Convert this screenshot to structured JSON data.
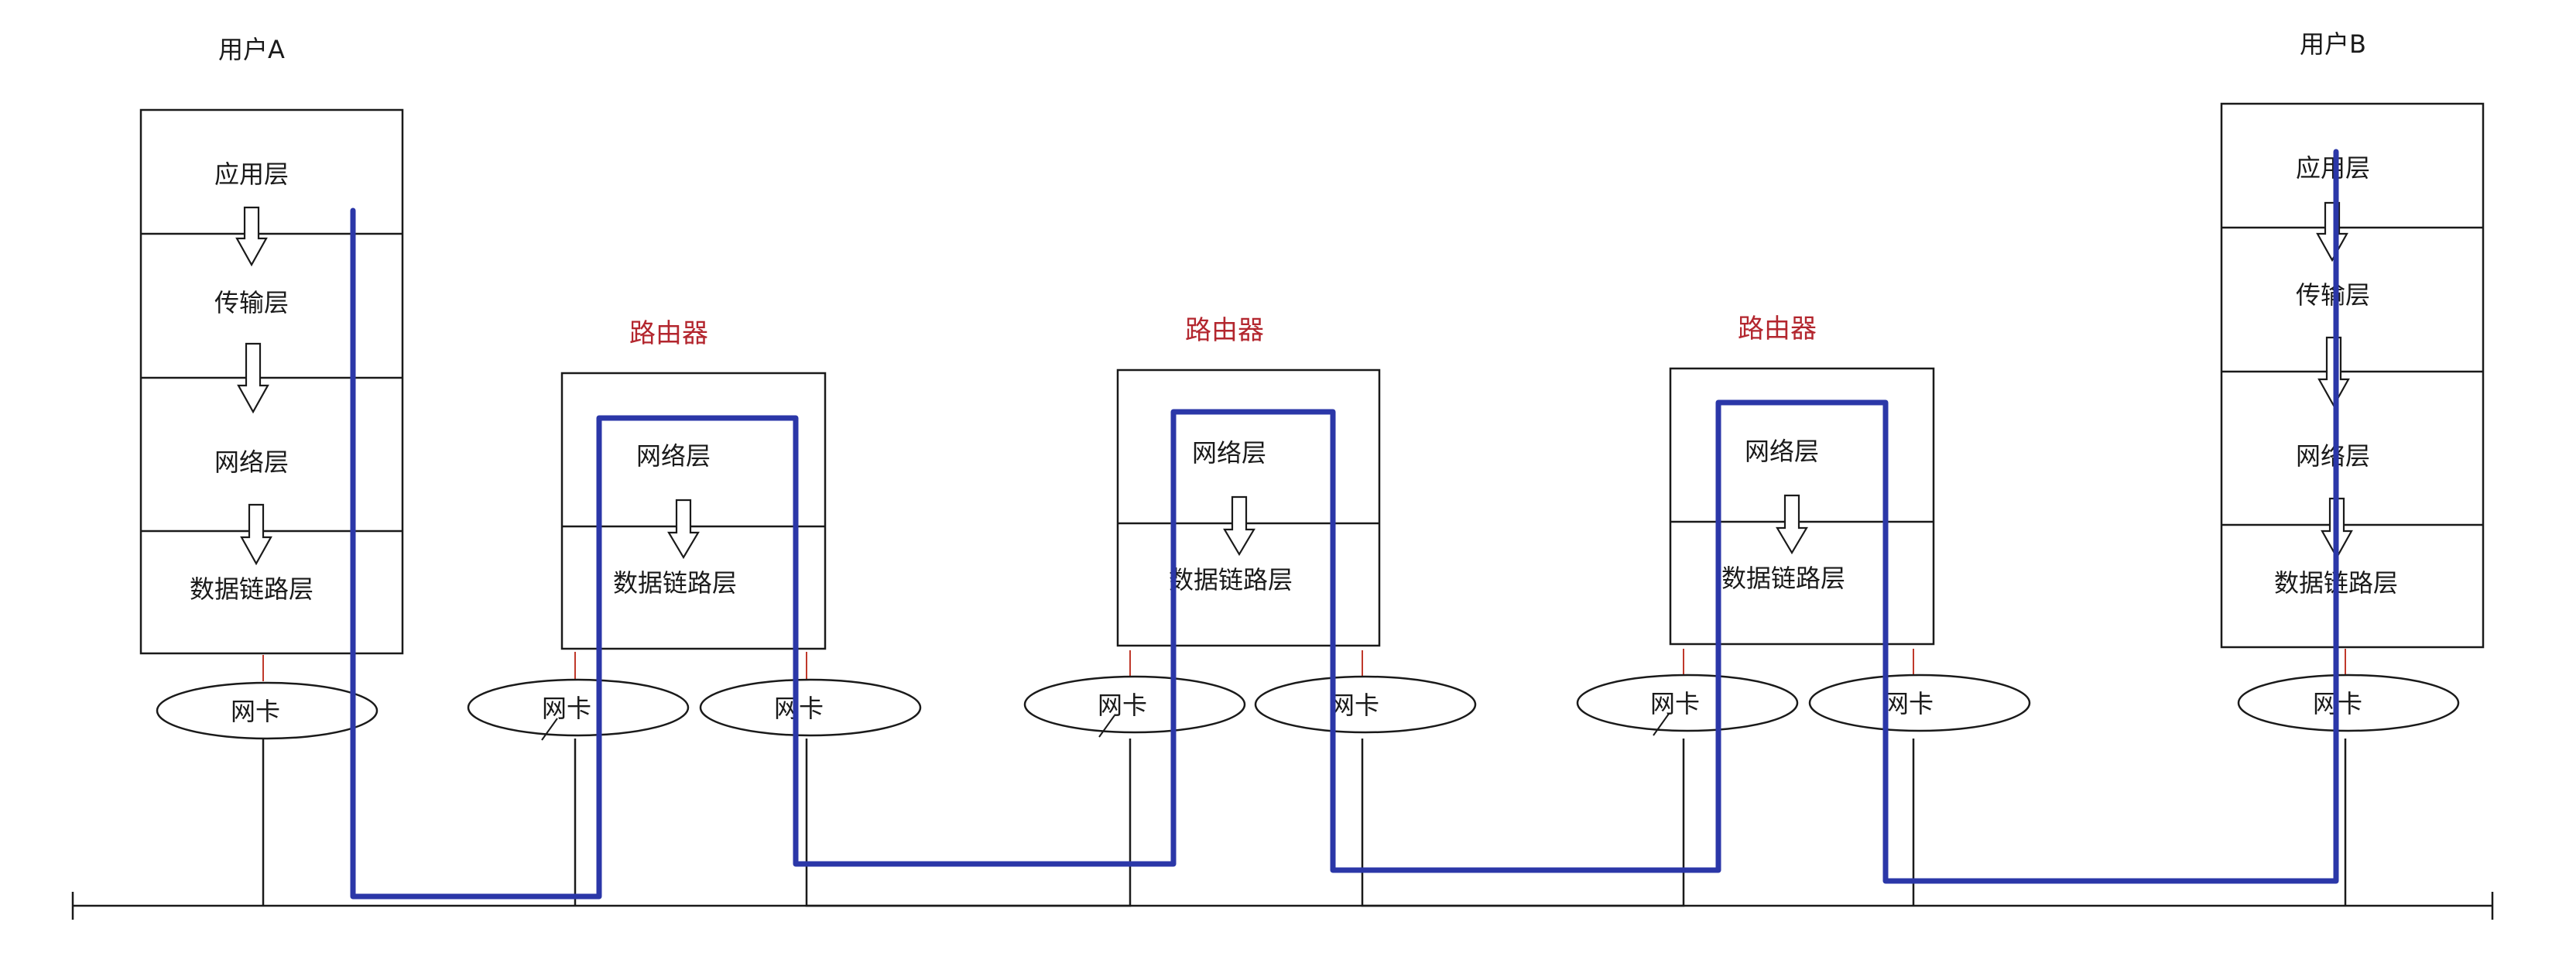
{
  "users": [
    {
      "title": "用户A",
      "layers": [
        "应用层",
        "传输层",
        "网络层",
        "数据链路层"
      ],
      "nic": "网卡"
    },
    {
      "title": "用户B",
      "layers": [
        "应用层",
        "传输层",
        "网络层",
        "数据链路层"
      ],
      "nic": "网卡"
    }
  ],
  "routers": [
    {
      "title": "路由器",
      "layers": [
        "网络层",
        "数据链路层"
      ],
      "nics": [
        "网卡",
        "网卡"
      ]
    },
    {
      "title": "路由器",
      "layers": [
        "网络层",
        "数据链路层"
      ],
      "nics": [
        "网卡",
        "网卡"
      ]
    },
    {
      "title": "路由器",
      "layers": [
        "网络层",
        "数据链路层"
      ],
      "nics": [
        "网卡",
        "网卡"
      ]
    }
  ],
  "colors": {
    "path": "#2b37a8",
    "router_title": "#b3262e",
    "line": "#1a1a1a",
    "tick": "#c0392b"
  }
}
